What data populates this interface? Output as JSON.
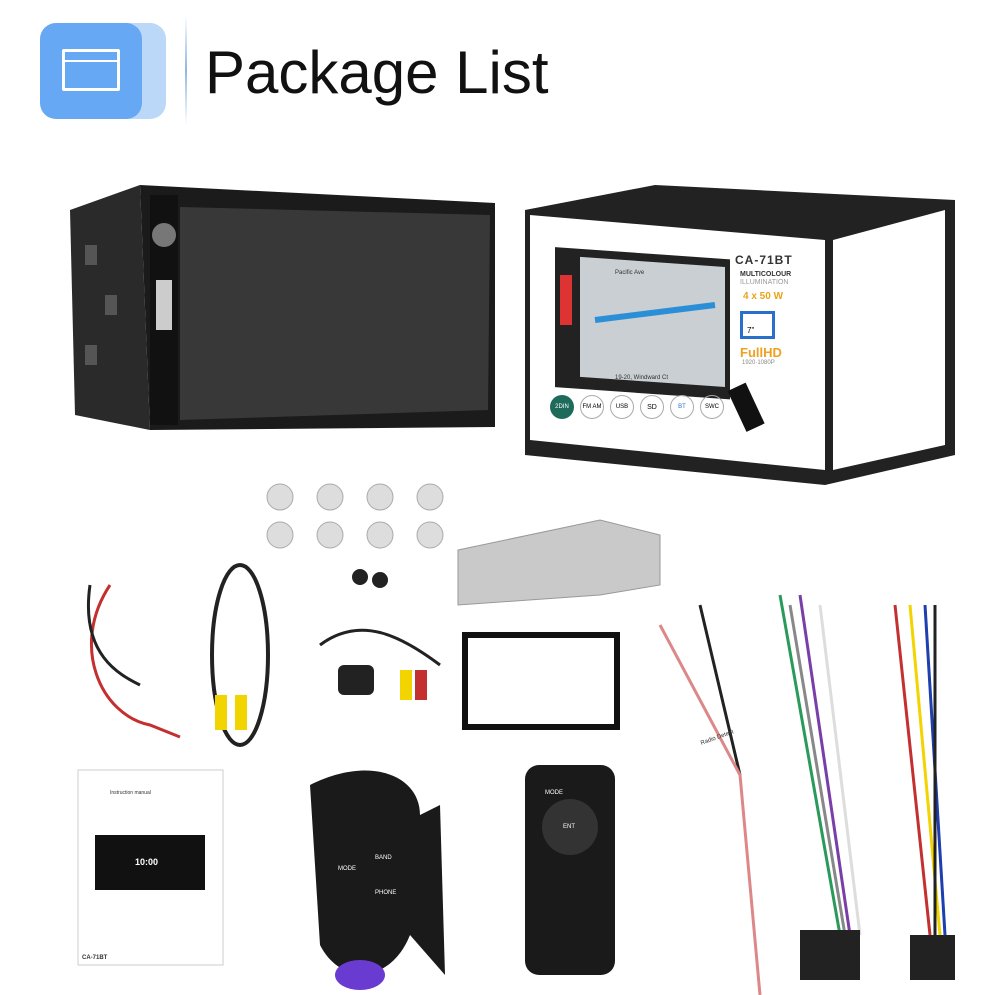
{
  "header": {
    "title": "Package List",
    "icon": "browser-window-icon",
    "accent": "#66a8f4"
  },
  "box": {
    "model": "CA-71BT",
    "illumination": [
      "MULTICOLOUR",
      "ILLUMINATION"
    ],
    "power": "4 x 50 W",
    "screen_size": "7\"",
    "hd": "FullHD",
    "resolution": "1920·1080P",
    "map_street": "Pacific Ave",
    "map_address": "19-20, Windward Ct",
    "badges": [
      "2DIN",
      "FM AM",
      "USB",
      "SD",
      "BT",
      "SWC"
    ]
  },
  "manual": {
    "model": "CA-71BT",
    "clock": "10:00",
    "heading": "Instruction manual"
  },
  "steering_remote": {
    "buttons": [
      "MODE",
      "BAND",
      "PHONE"
    ]
  },
  "ir_remote": {
    "buttons": [
      "MODE",
      "ENT"
    ]
  },
  "harness_label": "Radio Detect"
}
